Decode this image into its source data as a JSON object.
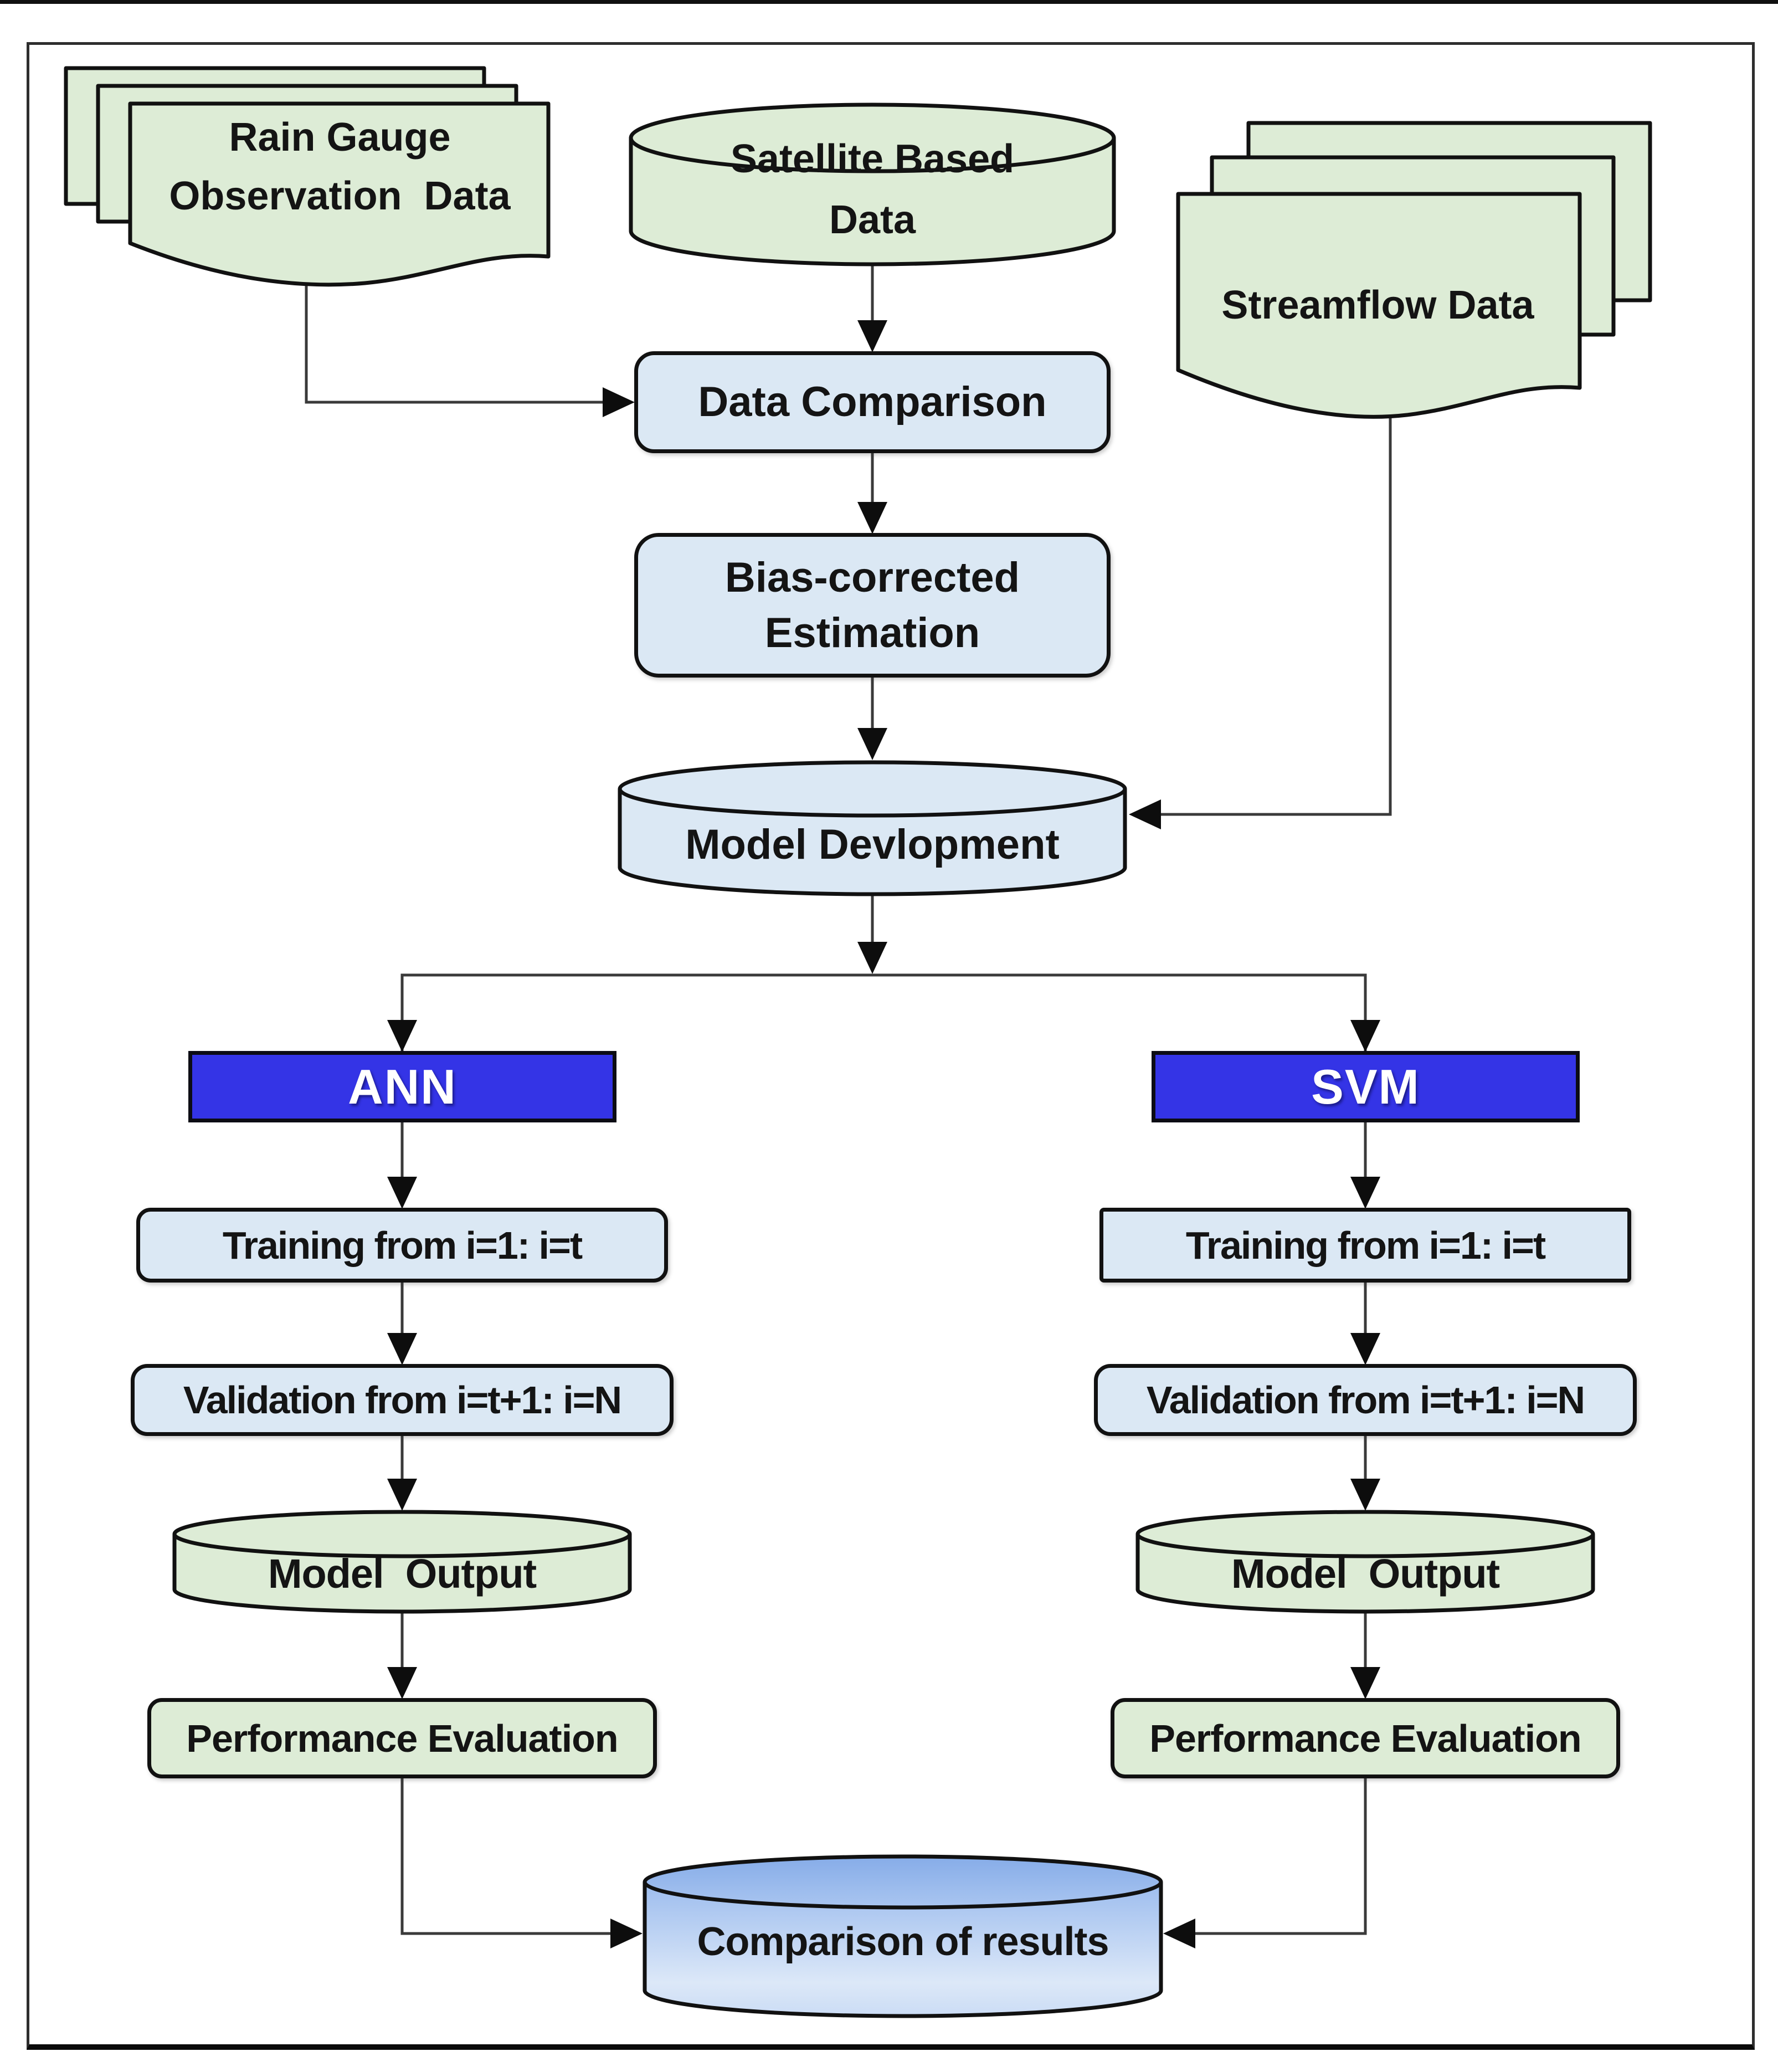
{
  "nodes": {
    "rain_gauge": {
      "line1": "Rain Gauge",
      "line2": "Observation  Data"
    },
    "satellite": {
      "line1": "Satellite Based",
      "line2": "Data"
    },
    "streamflow": {
      "label": "Streamflow Data"
    },
    "data_comparison": {
      "label": "Data Comparison"
    },
    "bias_corrected": {
      "line1": "Bias-corrected",
      "line2": "Estimation"
    },
    "model_development": {
      "label": "Model Devlopment"
    },
    "comparison_of_results": {
      "label": "Comparison of results"
    }
  },
  "branches": {
    "ann": {
      "name": "ANN",
      "training": "Training from i=1: i=t",
      "validation": "Validation from i=t+1: i=N",
      "model_output": "Model  Output",
      "performance": "Performance Evaluation"
    },
    "svm": {
      "name": "SVM",
      "training": "Training from i=1: i=t",
      "validation": "Validation from i=t+1: i=N",
      "model_output": "Model  Output",
      "performance": "Performance Evaluation"
    }
  },
  "colors": {
    "source_fill": "#ddecd6",
    "process_fill": "#dbe8f4",
    "model_fill": "#3434e6",
    "model_text": "#ffffff",
    "shape_stroke": "#111111",
    "label_text": "#141414",
    "connector": "#3a3a3a",
    "arrowhead": "#0d0d0d",
    "result_top": "#86ace8",
    "result_body_start": "#9cbcee",
    "result_body_end": "#dce8f8",
    "frame_border": "#2e2e2e",
    "background": "#ffffff"
  }
}
